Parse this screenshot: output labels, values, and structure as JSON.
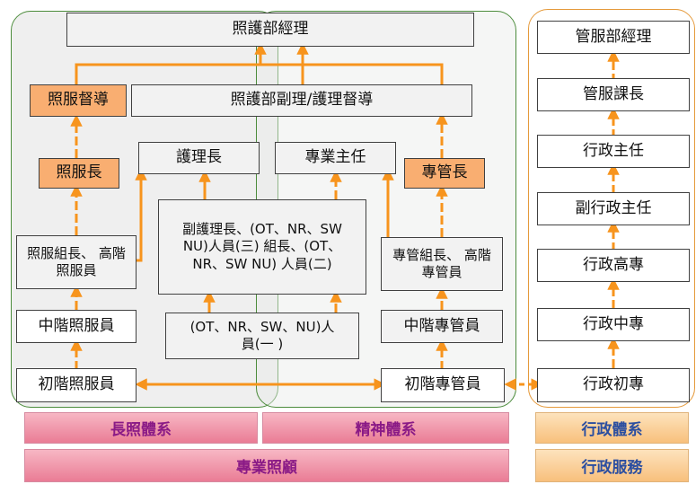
{
  "colors": {
    "arrow": "#f7941d",
    "orange_box": "#f9ae71",
    "left_region_border": "#4c8c3c",
    "right_region_border": "#e59a3b"
  },
  "boxes": {
    "care_dept_manager": "照護部經理",
    "care_supervisor": "照服督導",
    "deputy_manager": "照護部副理/護理督導",
    "care_head": "照服長",
    "head_nurse": "護理長",
    "professional_director": "專業主任",
    "case_mgmt_head": "專管長",
    "deputy_head_group_leader": "副護理長、(OT、NR、SW NU)人員(三) 組長、(OT、NR、SW NU) 人員(二)",
    "care_group_leader": "照服組長、 高階照服員",
    "case_group_leader": "專管組長、 高階專管員",
    "mid_care_worker": "中階照服員",
    "staff_level_one": "(OT、NR、SW、NU)人 員(一 )",
    "mid_case_manager": "中階專管員",
    "junior_care_worker": "初階照服員",
    "junior_case_manager": "初階專管員",
    "admin_dept_manager": "管服部經理",
    "admin_section_chief": "管服課長",
    "admin_director": "行政主任",
    "deputy_admin_director": "副行政主任",
    "admin_senior_specialist": "行政高專",
    "admin_mid_specialist": "行政中專",
    "admin_junior_specialist": "行政初專"
  },
  "bands": {
    "long_term_care": "長照體系",
    "mental_health": "精神體系",
    "administration": "行政體系",
    "professional_care": "專業照顧",
    "admin_service": "行政服務"
  }
}
